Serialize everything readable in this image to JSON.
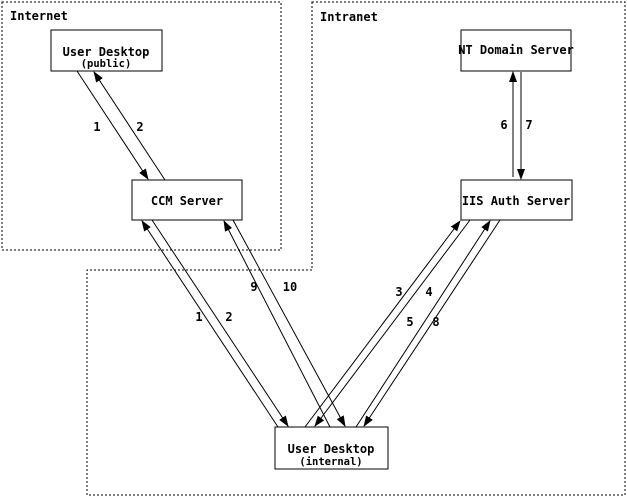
{
  "diagram": {
    "title": "CCM authentication flow diagram",
    "colors": {
      "background": "#ffffff",
      "line": "#000000",
      "box_fill": "#ffffff"
    },
    "zones": [
      {
        "id": "internet",
        "label": "Internet"
      },
      {
        "id": "intranet",
        "label": "Intranet"
      }
    ],
    "nodes": [
      {
        "id": "user-desktop-public",
        "label": "User Desktop",
        "sublabel": "(public)",
        "zone": "Internet"
      },
      {
        "id": "ccm-server",
        "label": "CCM Server",
        "zone": "Internet"
      },
      {
        "id": "nt-domain-server",
        "label": "NT Domain Server",
        "zone": "Intranet"
      },
      {
        "id": "iis-auth-server",
        "label": "IIS Auth Server",
        "zone": "Intranet"
      },
      {
        "id": "user-desktop-internal",
        "label": "User Desktop",
        "sublabel": "(internal)",
        "zone": "Intranet"
      }
    ],
    "flows": [
      {
        "between": [
          "user-desktop-public",
          "ccm-server"
        ],
        "steps": [
          {
            "label": "1",
            "from": "user-desktop-public",
            "to": "ccm-server"
          },
          {
            "label": "2",
            "from": "ccm-server",
            "to": "user-desktop-public"
          }
        ]
      },
      {
        "between": [
          "nt-domain-server",
          "iis-auth-server"
        ],
        "steps": [
          {
            "label": "6",
            "from": "iis-auth-server",
            "to": "nt-domain-server"
          },
          {
            "label": "7",
            "from": "nt-domain-server",
            "to": "iis-auth-server"
          }
        ]
      },
      {
        "between": [
          "ccm-server",
          "user-desktop-internal"
        ],
        "steps": [
          {
            "label": "9",
            "from": "user-desktop-internal",
            "to": "ccm-server"
          },
          {
            "label": "10",
            "from": "ccm-server",
            "to": "user-desktop-internal"
          }
        ]
      },
      {
        "between": [
          "user-desktop-internal",
          "iis-auth-server"
        ],
        "steps": [
          {
            "label": "3",
            "from": "user-desktop-internal",
            "to": "iis-auth-server"
          },
          {
            "label": "4",
            "from": "iis-auth-server",
            "to": "user-desktop-internal"
          }
        ]
      },
      {
        "between": [
          "ccm-server",
          "user-desktop-internal"
        ],
        "steps": [
          {
            "label": "1",
            "from": "user-desktop-internal",
            "to": "ccm-server"
          },
          {
            "label": "2",
            "from": "ccm-server",
            "to": "user-desktop-internal"
          }
        ]
      },
      {
        "between": [
          "user-desktop-internal",
          "iis-auth-server"
        ],
        "steps": [
          {
            "label": "5",
            "from": "user-desktop-internal",
            "to": "iis-auth-server"
          },
          {
            "label": "8",
            "from": "iis-auth-server",
            "to": "user-desktop-internal"
          }
        ]
      }
    ]
  }
}
